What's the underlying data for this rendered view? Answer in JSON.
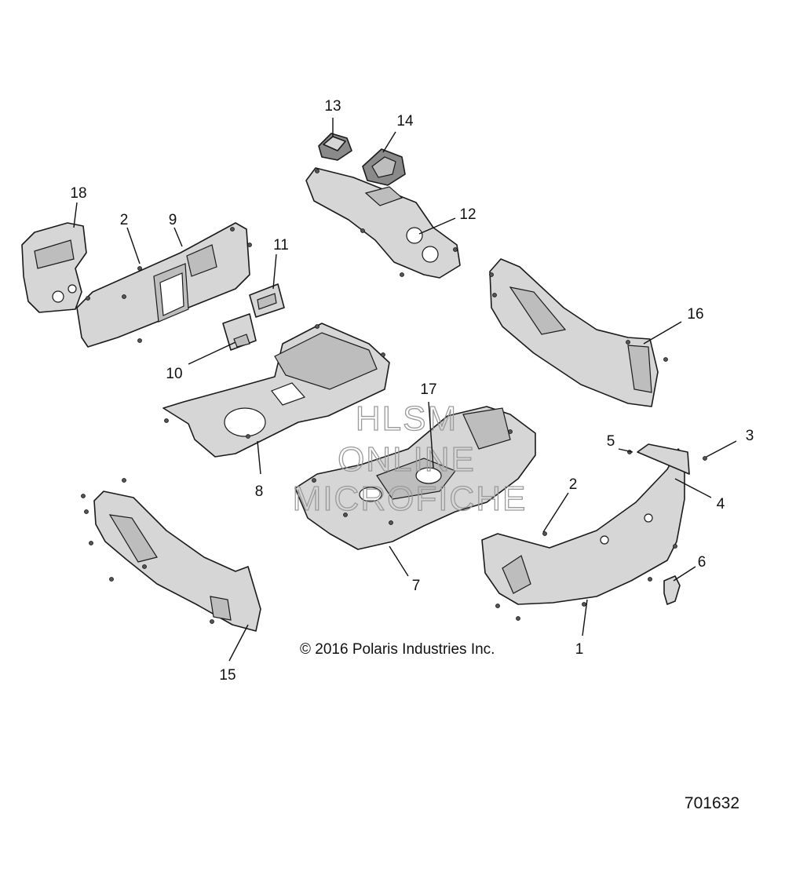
{
  "callouts": {
    "c1": "1",
    "c2a": "2",
    "c2b": "2",
    "c3": "3",
    "c4": "4",
    "c5": "5",
    "c6": "6",
    "c7": "7",
    "c8": "8",
    "c9": "9",
    "c10": "10",
    "c11": "11",
    "c12": "12",
    "c13": "13",
    "c14": "14",
    "c15": "15",
    "c16": "16",
    "c17": "17",
    "c18": "18"
  },
  "copyright": "© 2016 Polaris Industries Inc.",
  "diagram_id": "701632",
  "watermark": {
    "line1": "HLSM",
    "line2": "ONLINE",
    "line3": "MICROFICHE"
  }
}
